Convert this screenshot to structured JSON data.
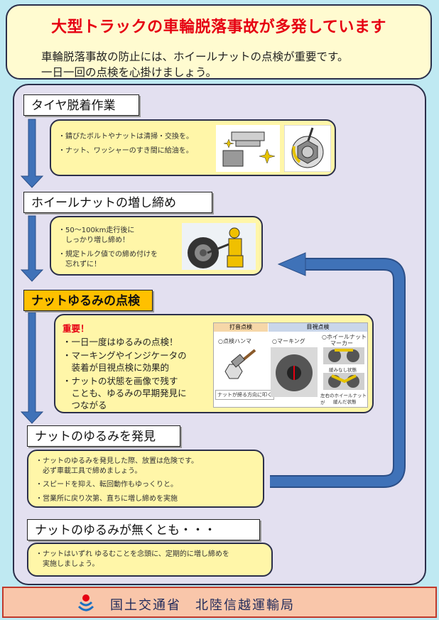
{
  "header": {
    "title": "大型トラックの車輪脱落事故が多発しています",
    "line1": "車輪脱落事故の防止には、ホイールナットの点検が重要です。",
    "line2": "一日一回の点検を心掛けましょう。"
  },
  "step1": {
    "label": "タイヤ脱着作業",
    "bullets": [
      "・錆びたボルトやナットは清掃・交換を。",
      "・ナット、ワッシャーのすき間に給油を。"
    ]
  },
  "step2": {
    "label": "ホイールナットの増し締め",
    "bullets": [
      "・50～100km走行後に",
      "　しっかり増し締め！",
      "・規定トルク値での締め付けを",
      "　忘れずに！"
    ]
  },
  "step3": {
    "label": "ナットゆるみの点検",
    "important": "重要！",
    "points": [
      "・一日一度はゆるみの点検！",
      "・マーキングやインジケータの",
      "　装着が目視点検に効果的",
      "・ナットの状態を画像で残す",
      "　ことも、ゆるみの早期発見に",
      "　つながる"
    ],
    "table": {
      "col1_header": "打音点検",
      "col2_header": "目視点検",
      "col1_item": "○点検ハンマ",
      "col1_caption": "ナットが締る方向に叩く",
      "col2_item1": "○マーキング",
      "col2_item2a": "○ホイールナット",
      "col2_item2b": "マーカー",
      "cap_ok": "緩みなし状態",
      "cap_ng1": "左右のホイールナットが",
      "cap_ng2": "緩んだ状態"
    }
  },
  "step4": {
    "label": "ナットのゆるみを発見",
    "bullets": [
      "・ナットのゆるみを発見した際、放置は危険です。",
      "　必ず車載工具で締めましょう。",
      "・スピードを抑え、転回動作もゆっくりと。",
      "・営業所に戻り次第、直ちに増し締めを実施"
    ]
  },
  "step5": {
    "label": "ナットのゆるみが無くとも・・・",
    "bullets": [
      "・ナットはいずれ ゆるむことを念頭に、定期的に増し締めを",
      "　実施しましょう。"
    ]
  },
  "footer": {
    "org": "国土交通省　北陸信越運輸局"
  },
  "colors": {
    "title_red": "#e60012",
    "arrow_blue": "#3f72b8",
    "highlight": "#ffc000"
  }
}
